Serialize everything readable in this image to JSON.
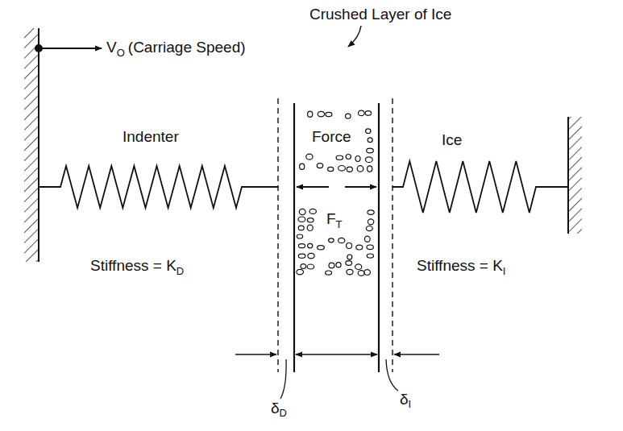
{
  "diagram": {
    "labels": [
      "V",
      "O",
      "(Carriage Speed)",
      "Crushed Layer of Ice",
      "Indenter",
      "Force",
      "Ice",
      "F",
      "T",
      "Stiffness = K",
      "D",
      "Stiffness = K",
      "I",
      "δ",
      "D",
      "δ",
      "I"
    ]
  }
}
